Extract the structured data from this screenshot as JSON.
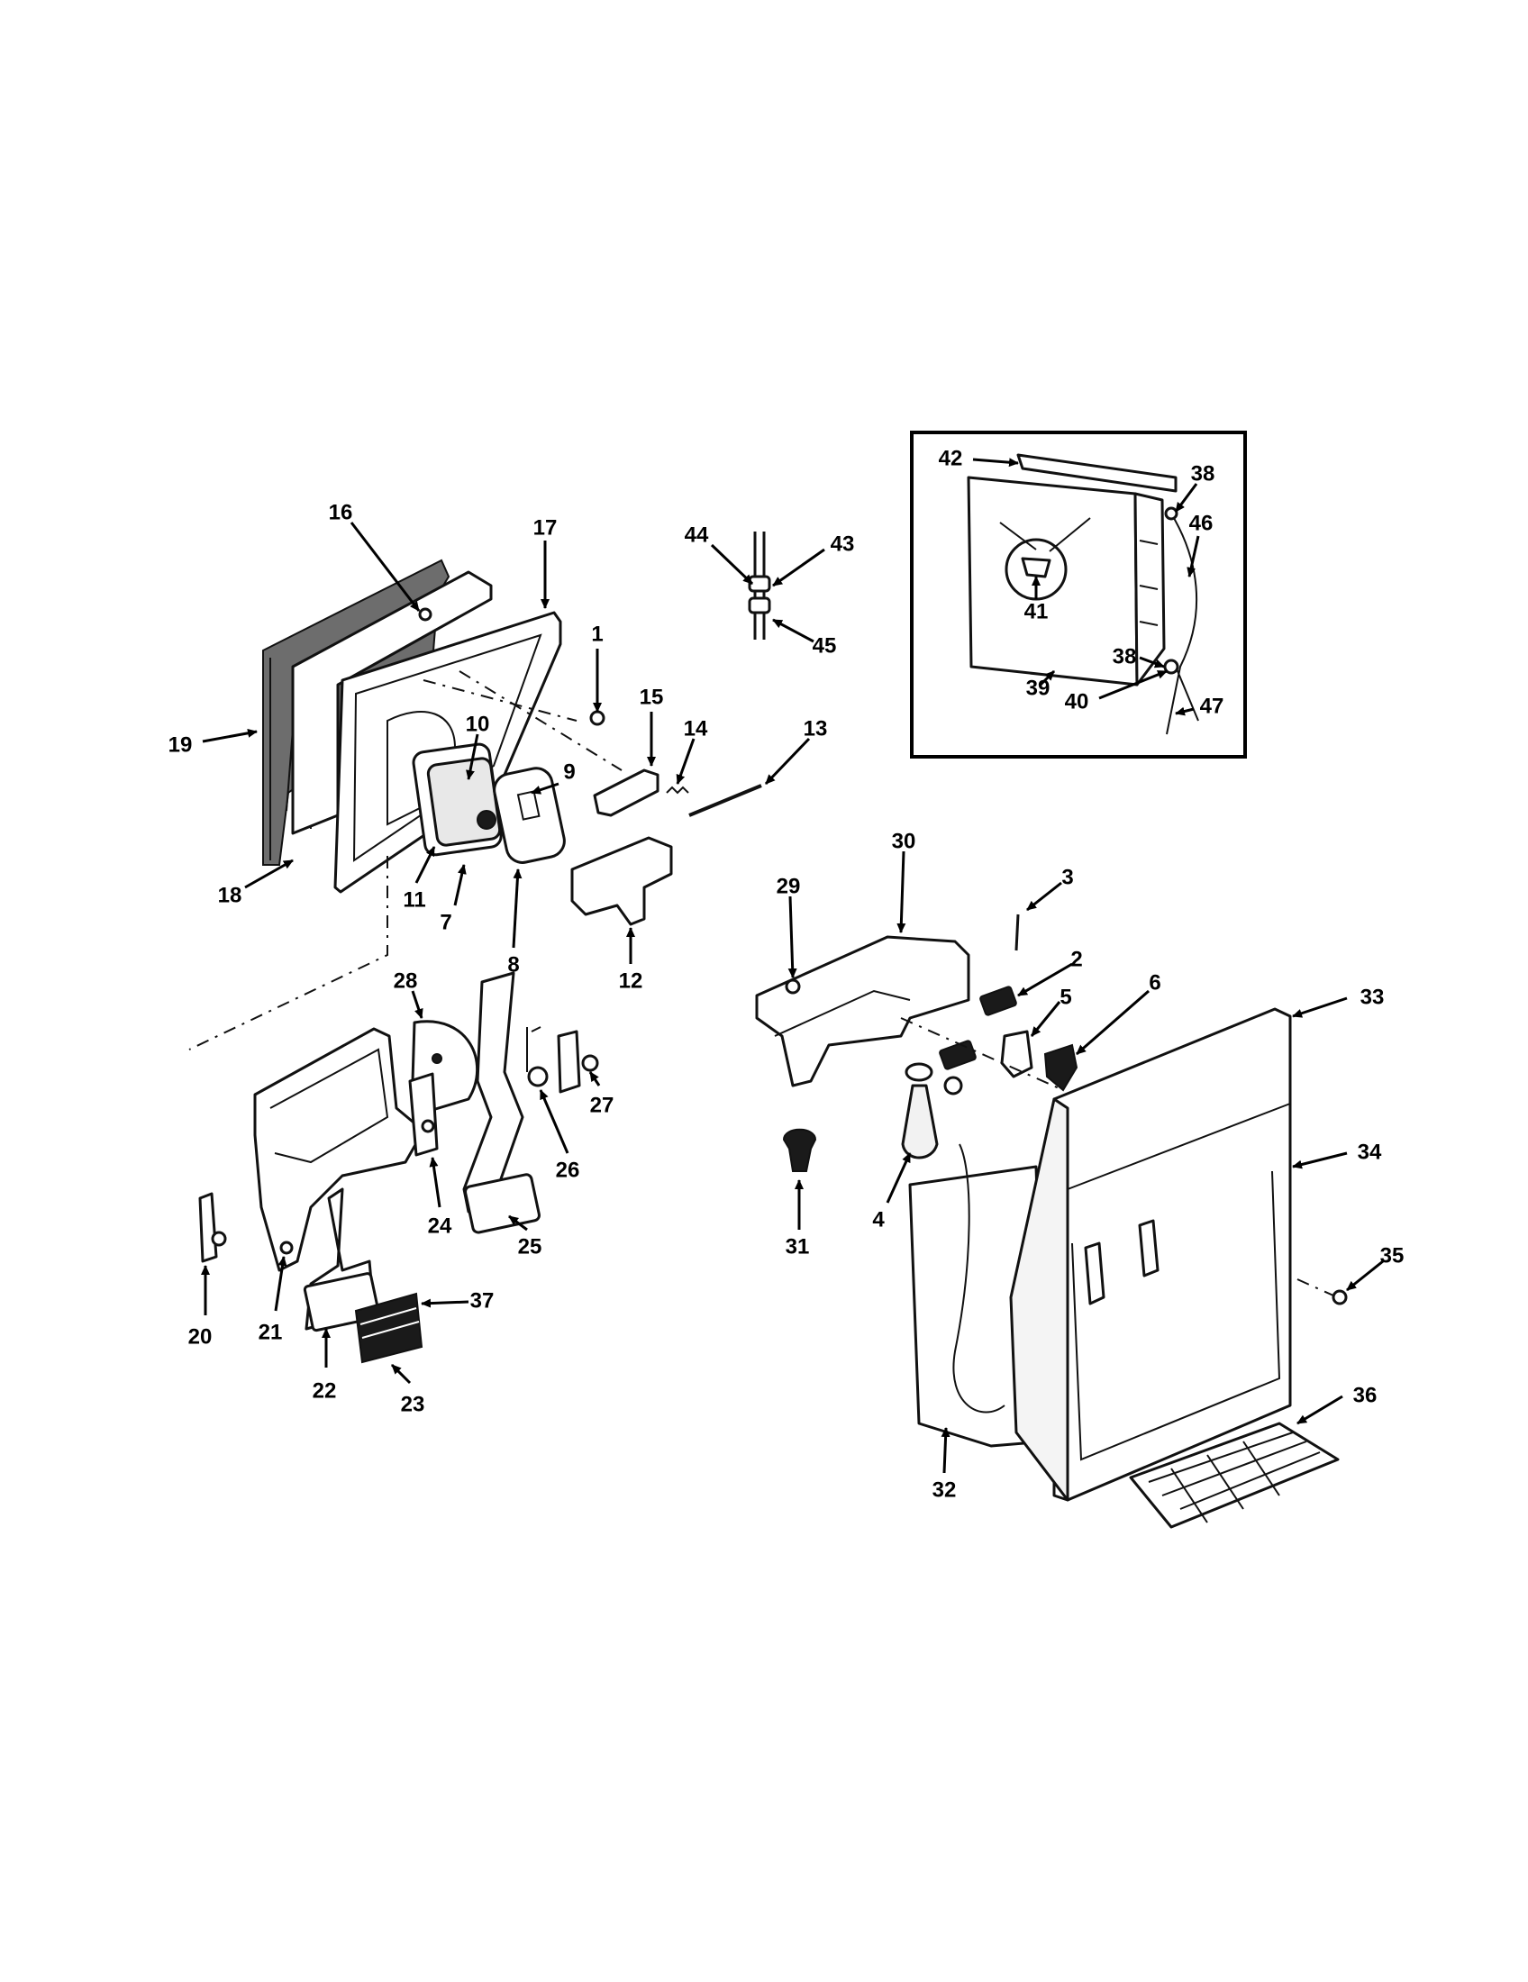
{
  "diagram": {
    "callouts": [
      {
        "id": "c1",
        "label": "1"
      },
      {
        "id": "c2",
        "label": "2"
      },
      {
        "id": "c3",
        "label": "3"
      },
      {
        "id": "c4",
        "label": "4"
      },
      {
        "id": "c5",
        "label": "5"
      },
      {
        "id": "c6",
        "label": "6"
      },
      {
        "id": "c7",
        "label": "7"
      },
      {
        "id": "c8",
        "label": "8"
      },
      {
        "id": "c9",
        "label": "9"
      },
      {
        "id": "c10",
        "label": "10"
      },
      {
        "id": "c11",
        "label": "11"
      },
      {
        "id": "c12",
        "label": "12"
      },
      {
        "id": "c13",
        "label": "13"
      },
      {
        "id": "c14",
        "label": "14"
      },
      {
        "id": "c15",
        "label": "15"
      },
      {
        "id": "c16",
        "label": "16"
      },
      {
        "id": "c17",
        "label": "17"
      },
      {
        "id": "c18",
        "label": "18"
      },
      {
        "id": "c19",
        "label": "19"
      },
      {
        "id": "c20",
        "label": "20"
      },
      {
        "id": "c21",
        "label": "21"
      },
      {
        "id": "c22",
        "label": "22"
      },
      {
        "id": "c23",
        "label": "23"
      },
      {
        "id": "c24",
        "label": "24"
      },
      {
        "id": "c25",
        "label": "25"
      },
      {
        "id": "c26",
        "label": "26"
      },
      {
        "id": "c27",
        "label": "27"
      },
      {
        "id": "c28",
        "label": "28"
      },
      {
        "id": "c29",
        "label": "29"
      },
      {
        "id": "c30",
        "label": "30"
      },
      {
        "id": "c31",
        "label": "31"
      },
      {
        "id": "c32",
        "label": "32"
      },
      {
        "id": "c33",
        "label": "33"
      },
      {
        "id": "c34",
        "label": "34"
      },
      {
        "id": "c35",
        "label": "35"
      },
      {
        "id": "c36",
        "label": "36"
      },
      {
        "id": "c37",
        "label": "37"
      },
      {
        "id": "c38a",
        "label": "38"
      },
      {
        "id": "c38b",
        "label": "38"
      },
      {
        "id": "c39",
        "label": "39"
      },
      {
        "id": "c40",
        "label": "40"
      },
      {
        "id": "c41",
        "label": "41"
      },
      {
        "id": "c42",
        "label": "42"
      },
      {
        "id": "c43",
        "label": "43"
      },
      {
        "id": "c44",
        "label": "44"
      },
      {
        "id": "c45",
        "label": "45"
      },
      {
        "id": "c46",
        "label": "46"
      },
      {
        "id": "c47",
        "label": "47"
      }
    ]
  }
}
